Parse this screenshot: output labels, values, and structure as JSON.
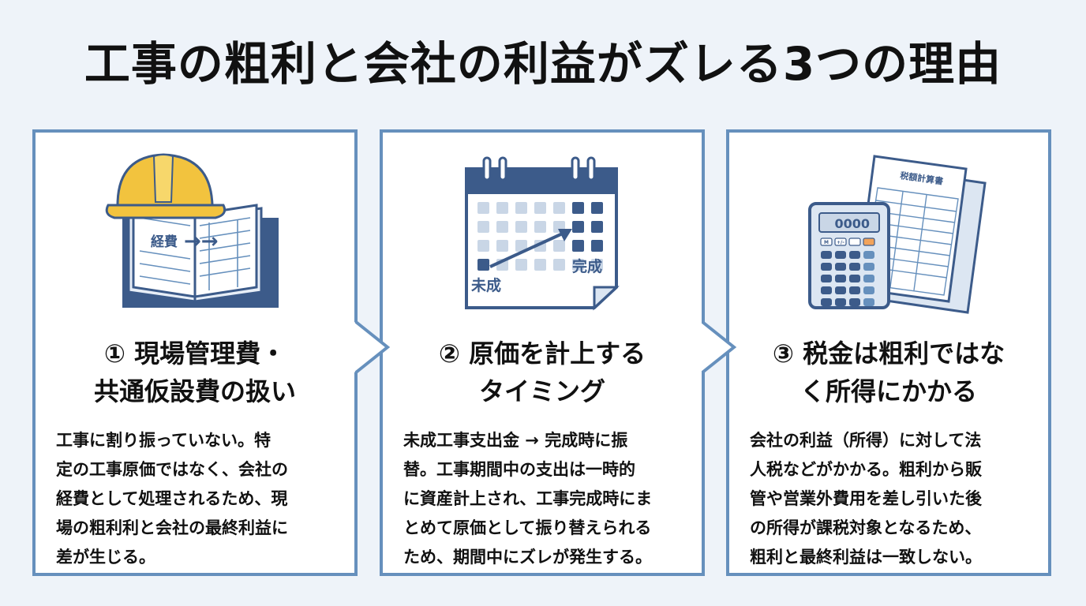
{
  "title": "工事の粗利と会社の利益がズレる3つの理由",
  "colors": {
    "border": "#6690bd",
    "navy": "#3c5b8a",
    "helmet": "#f2c33e",
    "light_blue": "#dce6f2",
    "background": "#eef3f9"
  },
  "cards": [
    {
      "icons": [
        "helmet-icon",
        "ledger-book-icon"
      ],
      "illustration": {
        "ledger_label": "経費",
        "arrow": "→→"
      },
      "heading_lines": [
        "① 現場管理費・",
        "共通仮設費の扱い"
      ],
      "body_lines": [
        "工事に割り振っていない。特",
        "定の工事原価ではなく、会社の",
        "経費として処理されるため、現",
        "場の粗利利と会社の最終利益に",
        "差が生じる。"
      ]
    },
    {
      "icons": [
        "calendar-icon",
        "trend-arrow-icon"
      ],
      "illustration": {
        "label_start": "未成",
        "label_end": "完成"
      },
      "heading_lines": [
        "② 原価を計上する",
        "タイミング"
      ],
      "body_lines": [
        "未成工事支出金 → 完成時に振",
        "替。工事期間中の支出は一時的",
        "に資産計上され、工事完成時にま",
        "とめて原価として振り替えられる",
        "ため、期間中にズレが発生する。"
      ]
    },
    {
      "icons": [
        "calculator-icon",
        "tax-form-icon"
      ],
      "illustration": {
        "display": "0000",
        "form_title": "税額計算書",
        "key_m": "M",
        "key_pm": "+/-"
      },
      "heading_lines": [
        "③ 税金は粗利ではな",
        "く所得にかかる"
      ],
      "body_lines": [
        "会社の利益（所得）に対して法",
        "人税などがかかる。粗利から販",
        "管や営業外費用を差し引いた後",
        "の所得が課税対象となるため、",
        "粗利と最終利益は一致しない。"
      ]
    }
  ]
}
